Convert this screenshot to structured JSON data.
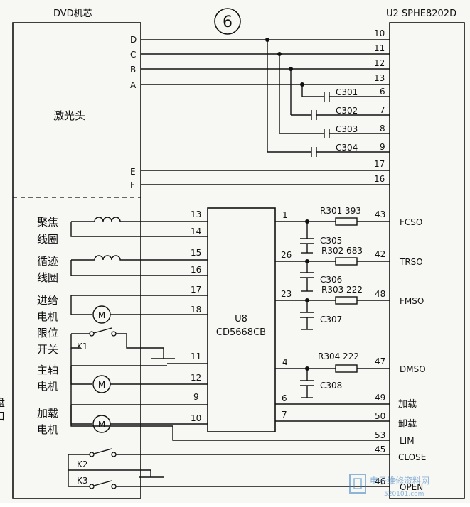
{
  "header": {
    "dvd_core": "DVD机芯",
    "callout": "6",
    "u2": "U2 SPHE8202D"
  },
  "laser": {
    "label": "激光头",
    "lines": [
      "D",
      "C",
      "B",
      "A",
      "E",
      "F"
    ],
    "pins": [
      "10",
      "11",
      "12",
      "13",
      "17",
      "16"
    ]
  },
  "caps_top": [
    {
      "name": "C301",
      "pin": "6"
    },
    {
      "name": "C302",
      "pin": "7"
    },
    {
      "name": "C303",
      "pin": "8"
    },
    {
      "name": "C304",
      "pin": "9"
    }
  ],
  "left_components": {
    "focus_coil": [
      "聚焦",
      "线圈"
    ],
    "track_coil": [
      "循迹",
      "线圈"
    ],
    "feed_motor": [
      "进给",
      "电机"
    ],
    "limit_switch": [
      "限位",
      "开关"
    ],
    "spindle_motor": [
      "主轴",
      "电机"
    ],
    "load_motor": [
      "加载",
      "电机"
    ],
    "k1": "K1",
    "k2": "K2",
    "k3": "K3",
    "motor_symbol": "M",
    "edge_fragment": [
      "盘",
      "口"
    ]
  },
  "u8": {
    "name": "U8",
    "part": "CD5668CB",
    "left_pins": [
      "13",
      "14",
      "15",
      "16",
      "17",
      "18",
      "11",
      "12",
      "9",
      "10"
    ],
    "right_pins": [
      "1",
      "26",
      "23",
      "4",
      "6",
      "7"
    ]
  },
  "resistors": [
    {
      "label": "R301 393"
    },
    {
      "label": "R302 683"
    },
    {
      "label": "R303 222"
    },
    {
      "label": "R304 222"
    }
  ],
  "caps_mid": [
    "C305",
    "C306",
    "C307",
    "C308"
  ],
  "u2_signals": [
    {
      "pin": "43",
      "label": "FCSO"
    },
    {
      "pin": "42",
      "label": "TRSO"
    },
    {
      "pin": "48",
      "label": "FMSO"
    },
    {
      "pin": "47",
      "label": "DMSO"
    },
    {
      "pin": "49",
      "label": "加载"
    },
    {
      "pin": "50",
      "label": "卸载"
    },
    {
      "pin": "53",
      "label": "LIM"
    },
    {
      "pin": "45",
      "label": "CLOSE"
    },
    {
      "pin": "46",
      "label": "OPEN"
    }
  ],
  "watermark": {
    "text": "电子维修资料网",
    "sub": "520101.com"
  }
}
